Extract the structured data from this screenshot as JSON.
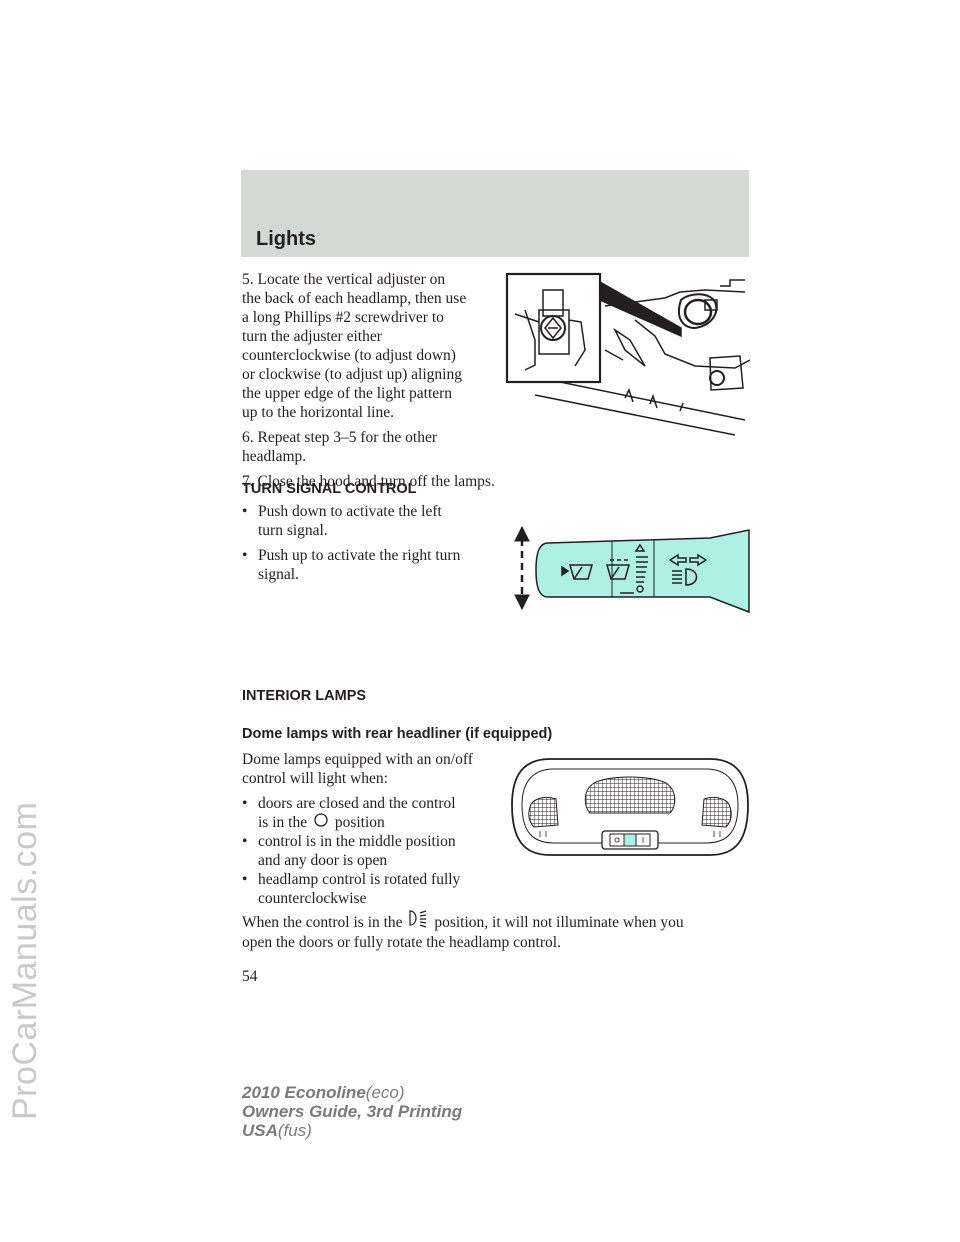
{
  "watermark": "ProCarManuals.com",
  "header": {
    "title": "Lights"
  },
  "steps": {
    "step5": [
      "5. Locate the vertical adjuster on",
      "the back of each headlamp, then use",
      "a long Phillips #2 screwdriver to",
      "turn the adjuster either",
      "counterclockwise (to adjust down)",
      "or clockwise (to adjust up) aligning",
      "the upper edge of the light pattern",
      "up to the horizontal line."
    ],
    "step6": [
      "6. Repeat step 3–5 for the other",
      "headlamp."
    ],
    "step7": "7. Close the hood and turn off the lamps."
  },
  "turn_signal": {
    "heading": "TURN SIGNAL CONTROL",
    "bullet1": [
      "Push down to activate the left",
      "turn signal."
    ],
    "bullet2": [
      "Push up to activate the right turn",
      "signal."
    ]
  },
  "interior": {
    "heading": "INTERIOR LAMPS",
    "subheading": "Dome lamps with rear headliner (if equipped)",
    "intro": [
      "Dome lamps equipped with an on/off",
      "control will light when:"
    ],
    "bullet1_line1": "doors are closed and the control",
    "bullet1_pre": "is in the",
    "bullet1_post": "position",
    "bullet2": [
      "control is in the middle position",
      "and any door is open"
    ],
    "bullet3": [
      "headlamp control is rotated fully",
      "counterclockwise"
    ],
    "closing_pre": "When the control is in the",
    "closing_post": "position, it will not illuminate when you",
    "closing_line2": "open the doors or fully rotate the headlamp control."
  },
  "bullet_char": "•",
  "page_number": "54",
  "footer": {
    "model": "2010 Econoline",
    "model_code": "(eco)",
    "guide": "Owners Guide, 3rd Printing",
    "market": "USA",
    "market_code": "(fus)"
  },
  "colors": {
    "header_band": "#d5d9d5",
    "stalk_fill": "#aef0e4",
    "text": "#231f20",
    "watermark": "#c9c9c9",
    "footer": "#7a7a7a"
  },
  "icons": {
    "headlamp_adjuster": "headlamp-adjuster-illustration",
    "turn_signal_stalk": "turn-signal-stalk-illustration",
    "dome_lamp": "dome-lamp-illustration",
    "off_position": "circle-off-icon",
    "door_position": "headlamp-door-icon"
  }
}
